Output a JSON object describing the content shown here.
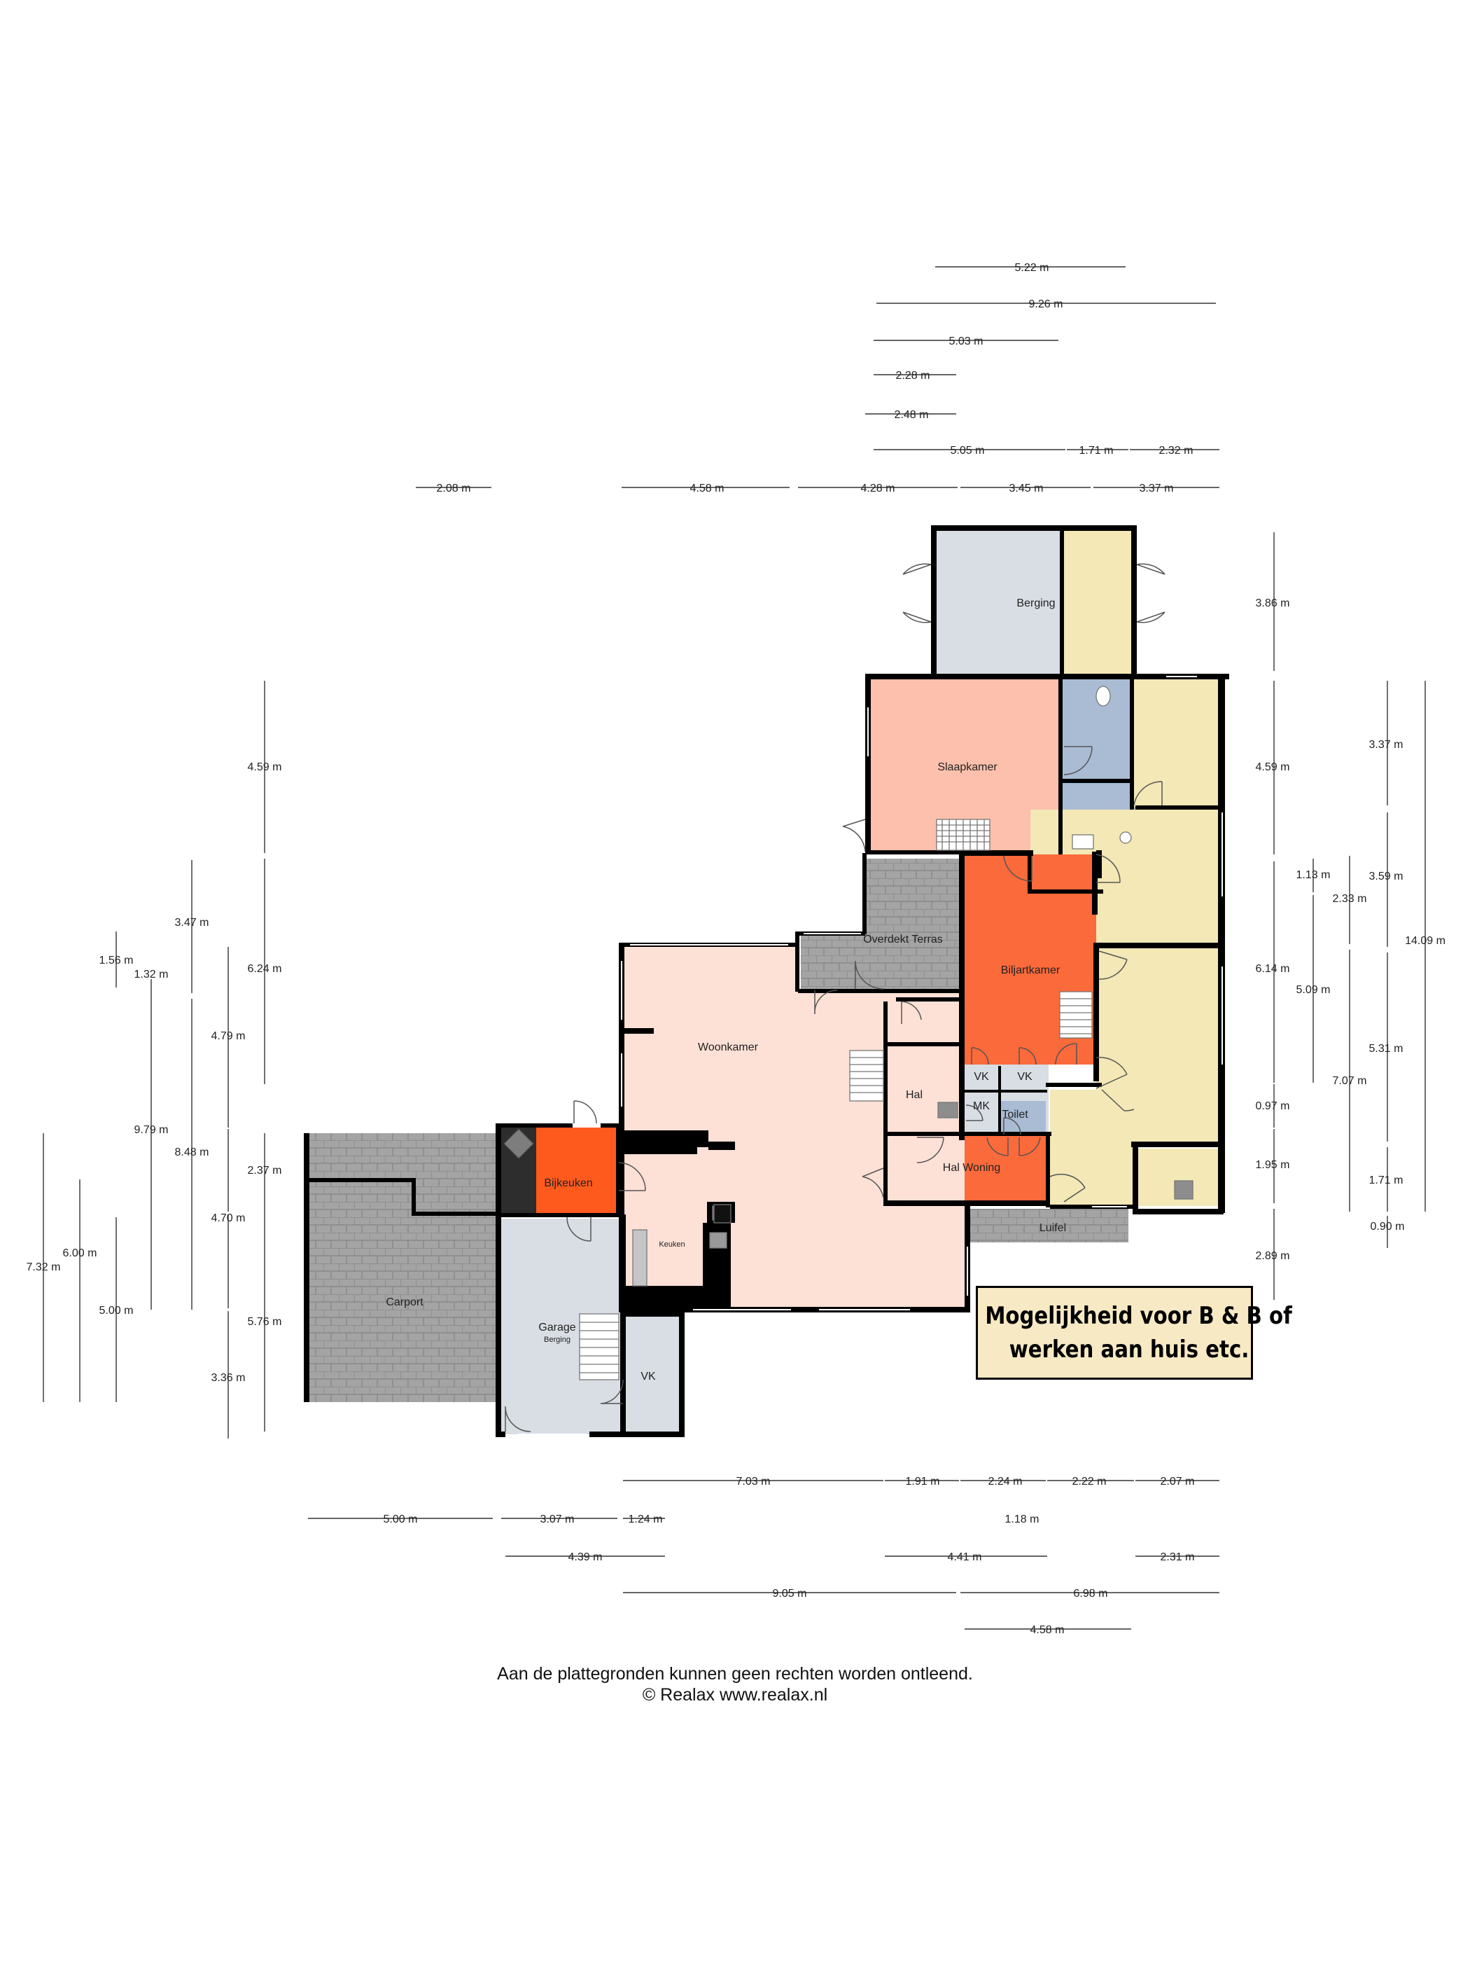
{
  "colors": {
    "wall": "#000000",
    "living": "#fde0d6",
    "sleep": "#fcc0ac",
    "hall": "#fb6a3b",
    "bijkeuken": "#fe5a1e",
    "yellow": "#f3e8b6",
    "grey": "#d9dee4",
    "bath": "#a9bcd4",
    "paving": "#9b9b9b",
    "note": "#f7e9c4"
  },
  "rooms": {
    "berging": "Berging",
    "slaapkamer": "Slaapkamer",
    "overdekt_terras": "Overdekt Terras",
    "biljartkamer": "Biljartkamer",
    "woonkamer": "Woonkamer",
    "hal": "Hal",
    "vk1": "VK",
    "vk2": "VK",
    "mk": "MK",
    "toilet": "Toilet",
    "bijkeuken": "Bijkeuken",
    "hal_woning": "Hal Woning",
    "keuken": "Keuken",
    "luifel": "Luifel",
    "carport": "Carport",
    "garage": "Garage",
    "garage_sub": "Berging",
    "vk3": "VK"
  },
  "dimensions": {
    "top": [
      "5.22 m",
      "9.26 m",
      "5.03 m",
      "2.28 m",
      "2.48 m",
      "5.05 m",
      "1.71 m",
      "2.32 m",
      "2.08 m",
      "4.58 m",
      "4.28 m",
      "3.45 m",
      "3.37 m"
    ],
    "right": [
      "3.86 m",
      "4.59 m",
      "6.14 m",
      "0.97 m",
      "1.95 m",
      "2.89 m",
      "3.37 m",
      "3.59 m",
      "5.31 m",
      "1.71 m",
      "0.90 m",
      "1.13 m",
      "2.33 m",
      "5.09 m",
      "7.07 m",
      "14.09 m"
    ],
    "left": [
      "4.59 m",
      "6.24 m",
      "4.79 m",
      "2.37 m",
      "4.70 m",
      "5.76 m",
      "3.36 m",
      "3.47 m",
      "8.48 m",
      "1.56 m",
      "1.32 m",
      "9.79 m",
      "7.32 m",
      "6.00 m",
      "5.00 m"
    ],
    "bottom": [
      "7.03 m",
      "1.91 m",
      "2.24 m",
      "2.22 m",
      "2.07 m",
      "5.00 m",
      "3.07 m",
      "1.24 m",
      "1.18 m",
      "4.39 m",
      "4.41 m",
      "2.31 m",
      "9.05 m",
      "6.98 m",
      "4.58 m"
    ]
  },
  "note": {
    "line1": "Mogelijkheid voor B & B of",
    "line2": "werken aan huis etc."
  },
  "footer": {
    "line1": "Aan de plattegronden kunnen geen rechten worden ontleend.",
    "line2": "© Realax www.realax.nl"
  }
}
